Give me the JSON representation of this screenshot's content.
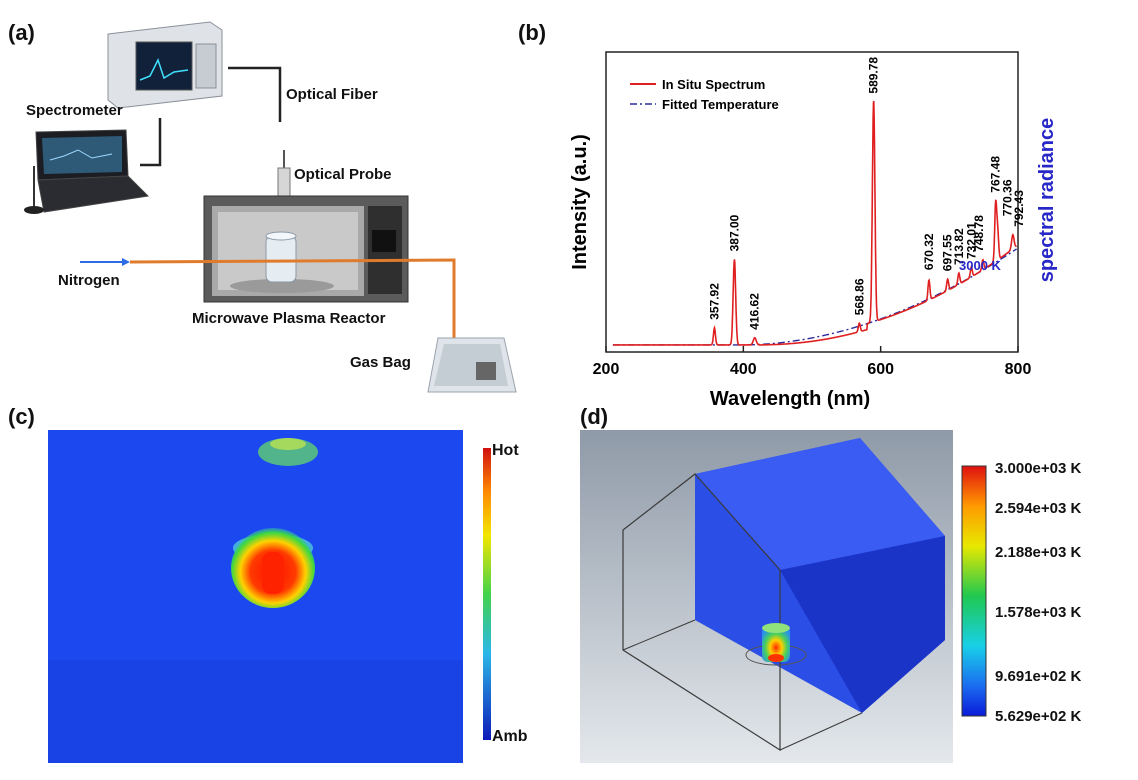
{
  "panels": {
    "a": "(a)",
    "b": "(b)",
    "c": "(c)",
    "d": "(d)"
  },
  "setup": {
    "spectrometer": "Spectrometer",
    "optical_fiber": "Optical Fiber",
    "optical_probe": "Optical Probe",
    "nitrogen": "Nitrogen",
    "reactor": "Microwave Plasma Reactor",
    "gas_bag": "Gas Bag"
  },
  "chart_data": {
    "type": "line",
    "xlabel": "Wavelength (nm)",
    "ylabel": "Intensity (a.u.)",
    "right_label": "spectral radiance",
    "xlim": [
      200,
      800
    ],
    "xticks": [
      "200",
      "400",
      "600",
      "800"
    ],
    "legend_position": "top-left",
    "series": [
      {
        "name": "In Situ Spectrum",
        "color": "#e02020",
        "style": "solid"
      },
      {
        "name": "Fitted  Temperature",
        "color": "#2a2a9a",
        "style": "dash-dot"
      }
    ],
    "annotation": "3000 K",
    "peaks": [
      "357.92",
      "387.00",
      "416.62",
      "568.86",
      "589.78",
      "670.32",
      "697.55",
      "713.82",
      "732.01",
      "748.78",
      "767.48",
      "770.36",
      "792.43"
    ]
  },
  "thermal": {
    "hot": "Hot",
    "amb": "Amb"
  },
  "simulation": {
    "scale": [
      "3.000e+03 K",
      "2.594e+03 K",
      "2.188e+03 K",
      "1.578e+03 K",
      "9.691e+02 K",
      "5.629e+02 K"
    ]
  },
  "colors": {
    "spectrum": "#e02020",
    "fit": "#2a2a9a",
    "thermal_bg": "#1c48f0"
  }
}
